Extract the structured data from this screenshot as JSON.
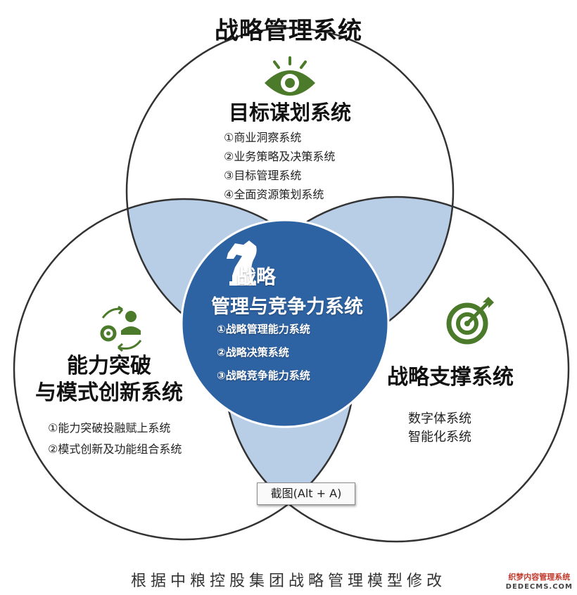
{
  "title": "战略管理系统",
  "top": {
    "heading": "目标谋划系统",
    "items": [
      "①商业洞察系统",
      "②业务策略及决策系统",
      "③目标管理系统",
      "④全面资源策划系统"
    ]
  },
  "left": {
    "heading_line1": "能力突破",
    "heading_line2": "与模式创新系统",
    "items": [
      "①能力突破投融赋上系统",
      "②模式创新及功能组合系统"
    ]
  },
  "right": {
    "heading": "战略支撑系统",
    "items": [
      "数字体系统",
      "智能化系统"
    ]
  },
  "center": {
    "heading_line1": "战略",
    "heading_line2": "管理与竞争力系统",
    "items": [
      "①战略管理能力系统",
      "②战略决策系统",
      "③战略竞争能力系统"
    ]
  },
  "tooltip": "截图(Alt + A)",
  "caption": "根据中粮控股集团战略管理模型修改",
  "watermark": {
    "line1": "织梦内容管理系统",
    "line2": "DEDECMS.COM"
  },
  "colors": {
    "overlap": "#b8cde6",
    "center": "#2e63a3",
    "icon_green": "#4b7a2a",
    "outline": "#333333"
  },
  "icons": [
    "eye-icon",
    "chess-knight-icon",
    "process-people-icon",
    "target-icon"
  ]
}
